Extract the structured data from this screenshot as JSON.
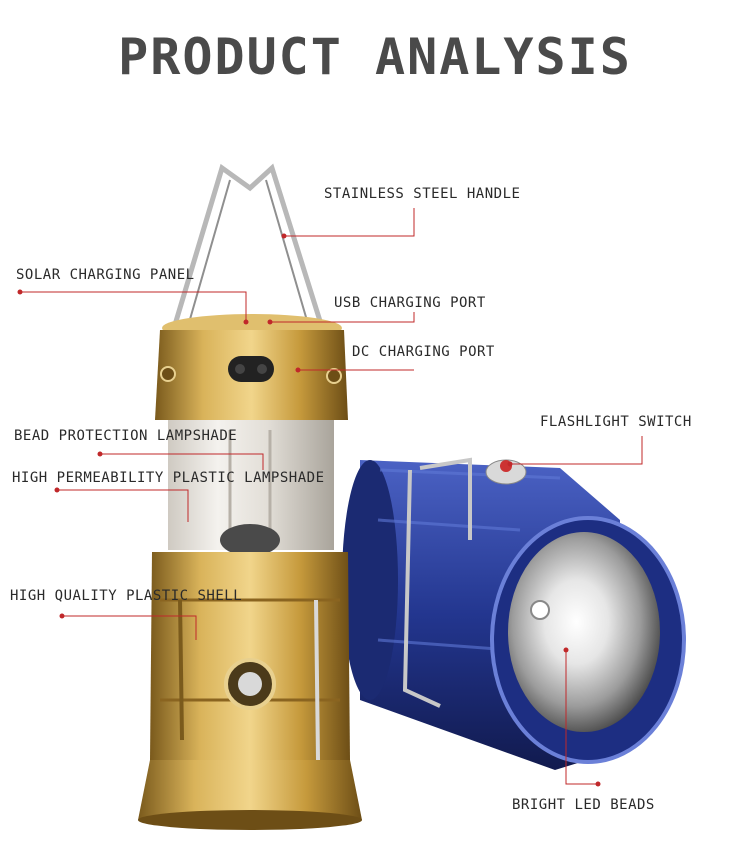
{
  "title": "PRODUCT ANALYSIS",
  "labels": {
    "handle": "STAINLESS STEEL HANDLE",
    "solar": "SOLAR CHARGING PANEL",
    "usb": "USB CHARGING PORT",
    "dc": "DC CHARGING PORT",
    "flashlight": "FLASHLIGHT SWITCH",
    "bead_shade": "BEAD PROTECTION LAMPSHADE",
    "plastic_shade": "HIGH PERMEABILITY PLASTIC LAMPSHADE",
    "shell": "HIGH QUALITY PLASTIC SHELL",
    "led": "BRIGHT LED BEADS"
  },
  "colors": {
    "gold": "#c49a3a",
    "blue": "#23368f",
    "callout": "#c0282a"
  }
}
